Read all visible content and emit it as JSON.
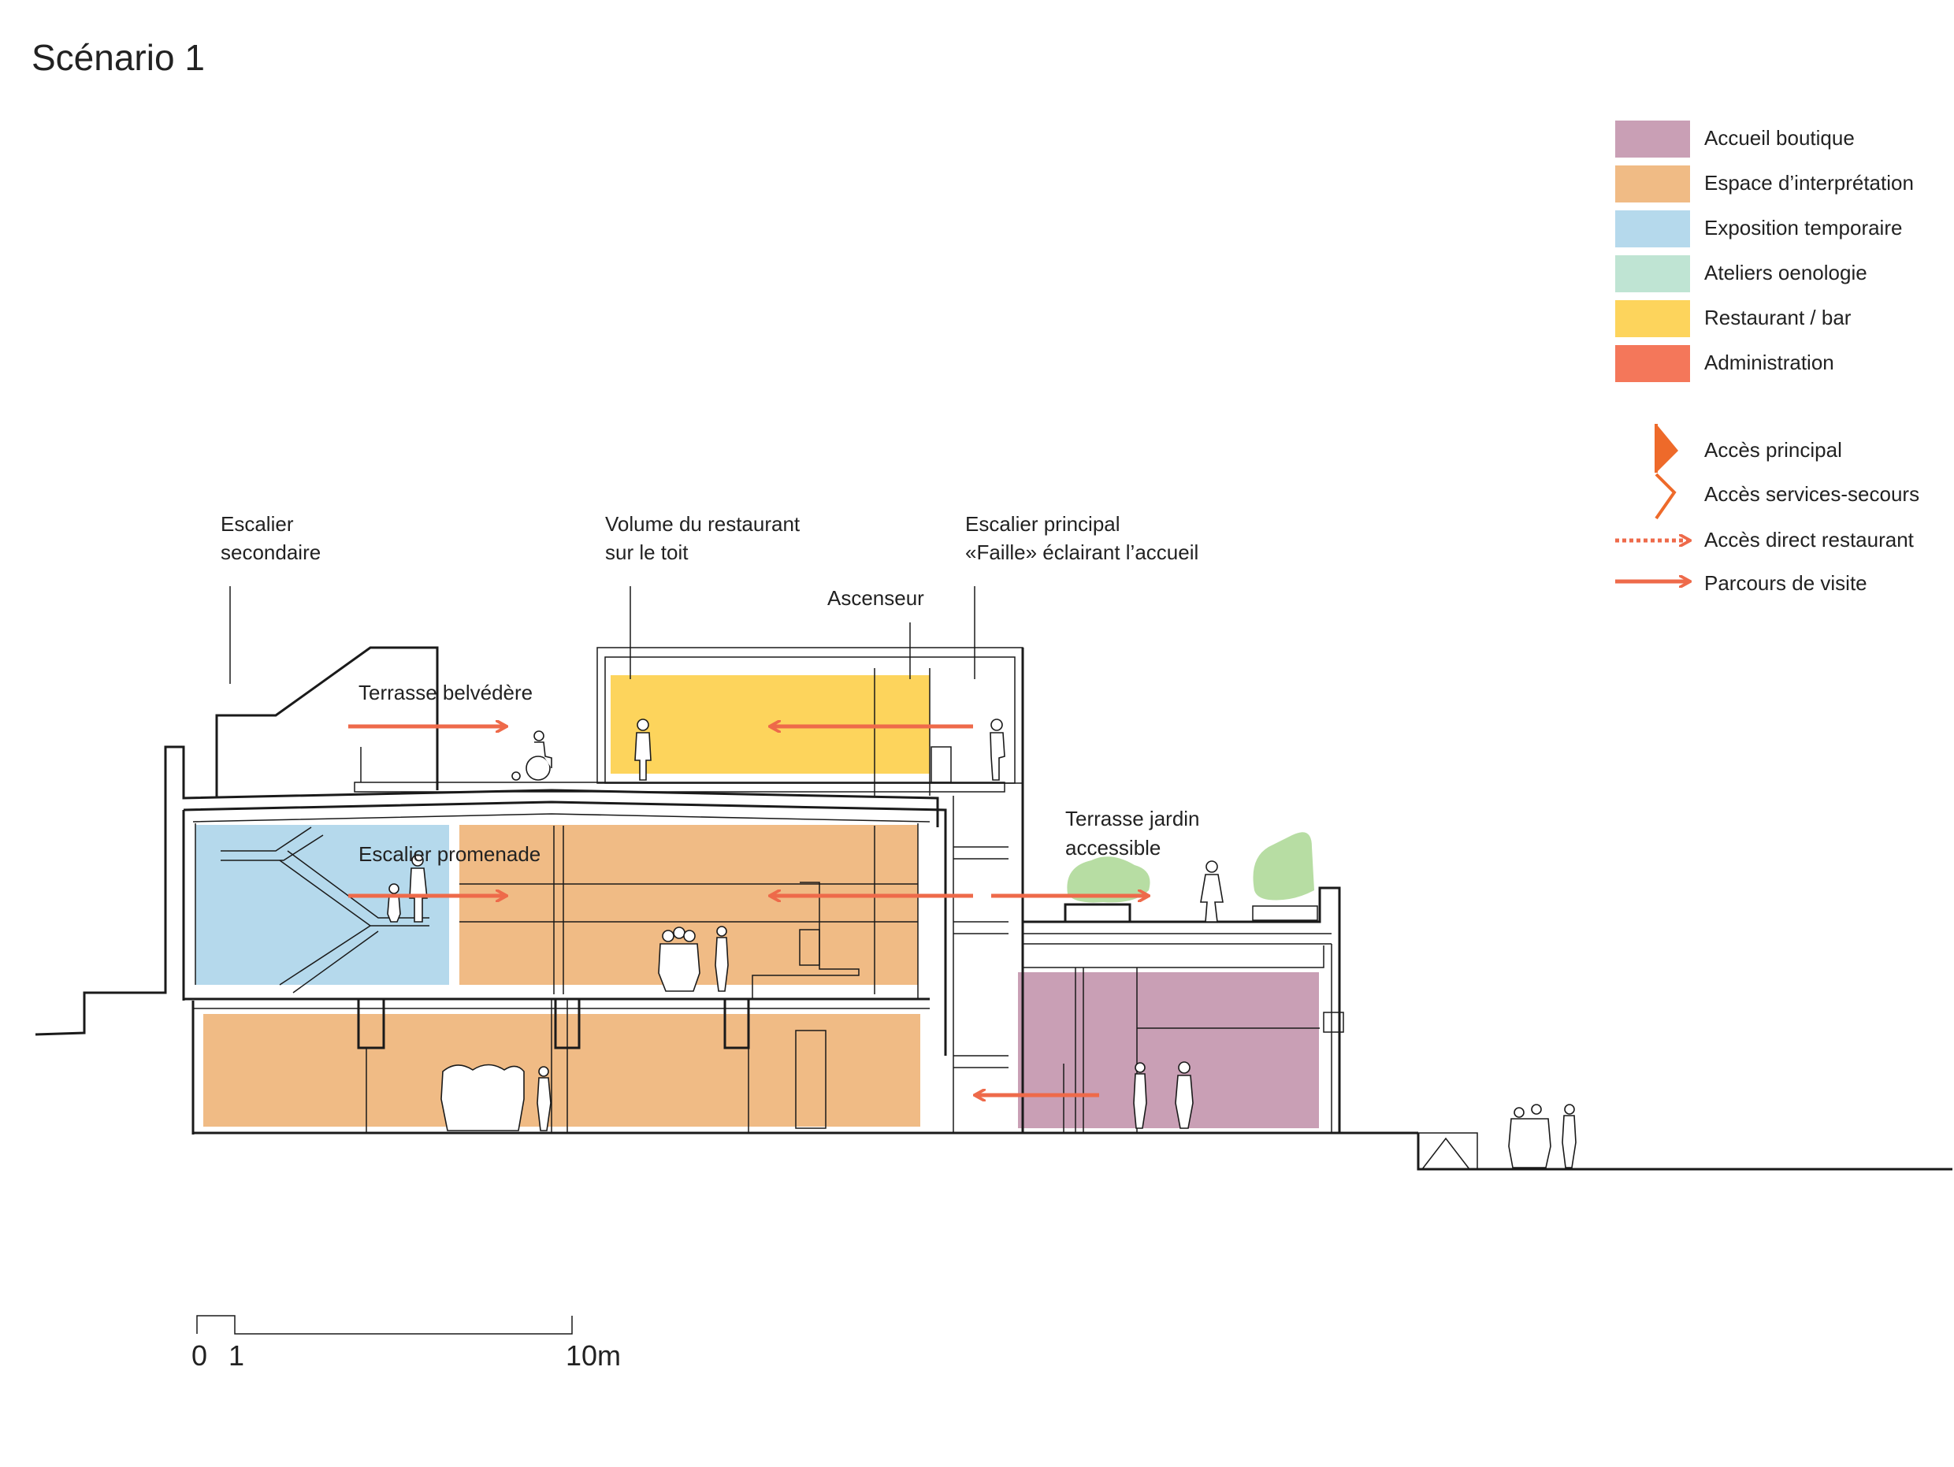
{
  "title": "Scénario 1",
  "colors": {
    "accueil": "#c99fb5",
    "interpretation": "#f0bb85",
    "exposition": "#b5d9ec",
    "ateliers": "#bfe4d3",
    "restaurant": "#fdd45c",
    "administration": "#f4775a",
    "arrow": "#ee6a4a",
    "flag": "#ee6a2a",
    "greenery": "#b7dda3"
  },
  "legend": {
    "zones": [
      {
        "label": "Accueil boutique",
        "color": "#c99fb5"
      },
      {
        "label": "Espace d’interprétation",
        "color": "#f0bb85"
      },
      {
        "label": "Exposition temporaire",
        "color": "#b5d9ec"
      },
      {
        "label": "Ateliers oenologie",
        "color": "#bfe4d3"
      },
      {
        "label": "Restaurant / bar",
        "color": "#fdd45c"
      },
      {
        "label": "Administration",
        "color": "#f4775a"
      }
    ],
    "symbols": [
      {
        "label": "Accès principal",
        "icon": "flag-icon"
      },
      {
        "label": "Accès services-secours",
        "icon": "chevron-icon"
      },
      {
        "label": "Accès direct restaurant",
        "icon": "dotted-arrow-icon"
      },
      {
        "label": "Parcours de visite",
        "icon": "arrow-icon"
      }
    ]
  },
  "labels": {
    "escalier_secondaire": [
      "Escalier",
      "secondaire"
    ],
    "volume_restaurant": [
      "Volume du restaurant",
      "sur le toit"
    ],
    "escalier_principal": [
      "Escalier principal",
      "«Faille» éclairant l’accueil"
    ],
    "ascenseur": "Ascenseur",
    "terrasse_belvedere": "Terrasse belvédère",
    "escalier_promenade": "Escalier promenade",
    "terrasse_jardin": [
      "Terrasse jardin",
      "accessible"
    ]
  },
  "scale": {
    "zero": "0",
    "one": "1",
    "ten": "10m"
  }
}
